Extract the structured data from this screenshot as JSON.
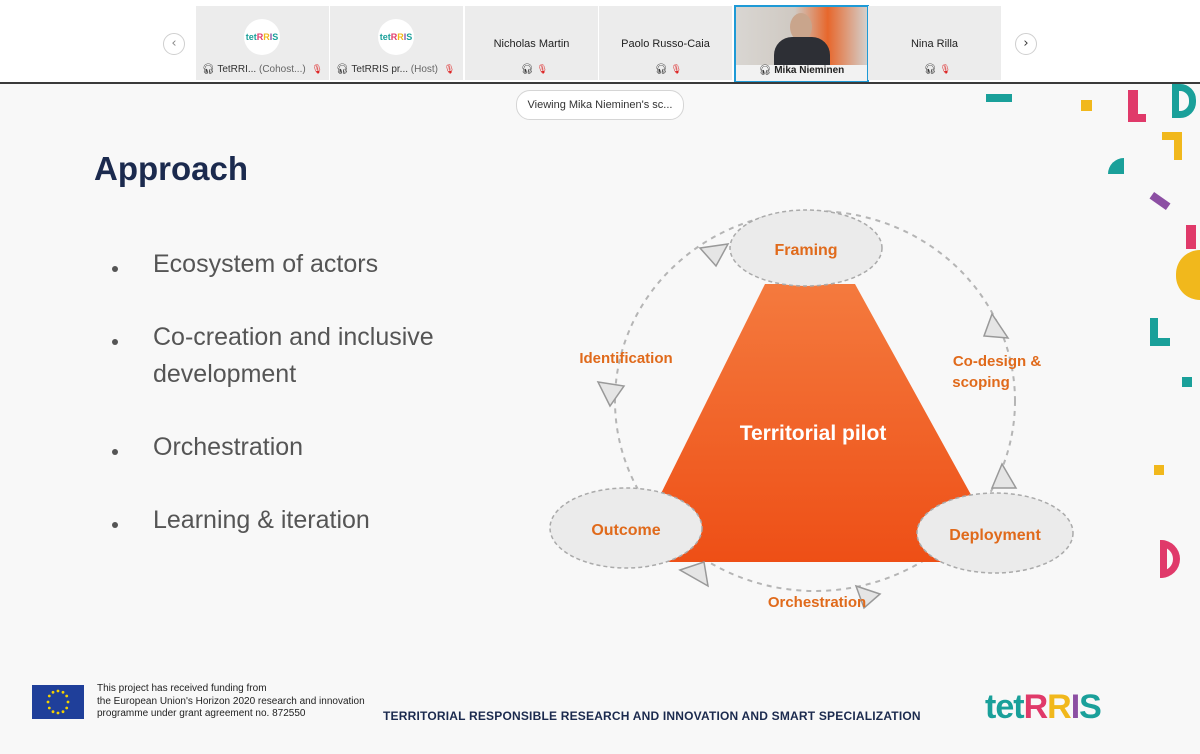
{
  "participants": {
    "tiles": [
      {
        "logo": "tetRRIS",
        "bar_name": "TetRRI...",
        "bar_role": "(Cohost...)"
      },
      {
        "logo": "tetRRIS",
        "bar_name": "TetRRIS pr...",
        "bar_role": "(Host)"
      },
      {
        "name": "Nicholas Martin"
      },
      {
        "name": "Paolo Russo-Caia"
      },
      {
        "name": "Mika Nieminen"
      },
      {
        "name": "Nina Rilla"
      }
    ],
    "prev_arrow": "‹",
    "next_arrow": "›"
  },
  "viewing_banner": "Viewing Mika Nieminen's sc...",
  "slide": {
    "title": "Approach",
    "bullets": [
      "Ecosystem of actors",
      "Co-creation and inclusive development",
      "Orchestration",
      "Learning & iteration"
    ],
    "diagram": {
      "center": "Territorial pilot",
      "framing": "Framing",
      "outcome": "Outcome",
      "deployment": "Deployment",
      "identification": "Identification",
      "codesign_1": "Co-design &",
      "codesign_2": "scoping",
      "orchestration": "Orchestration"
    },
    "footer": {
      "funding_1": "This project has received funding from",
      "funding_2": "the European Union's Horizon 2020 research and innovation",
      "funding_3": "programme under grant agreement no. 872550",
      "band": "TERRITORIAL RESPONSIBLE RESEARCH AND INNOVATION AND SMART SPECIALIZATION",
      "logo_parts": [
        "tet",
        "R",
        "R",
        "I",
        "S"
      ]
    }
  },
  "colors": {
    "accent_blue": "#1e9ad6",
    "title_navy": "#1b2a4e",
    "triangle_orange": "#f0531c",
    "diagram_label_orange": "#e06a1b",
    "muted_red": "#dd2222"
  },
  "icons": {
    "mic": "mic-icon",
    "muted": "mic-muted-icon",
    "eu_flag": "eu-flag-icon"
  }
}
